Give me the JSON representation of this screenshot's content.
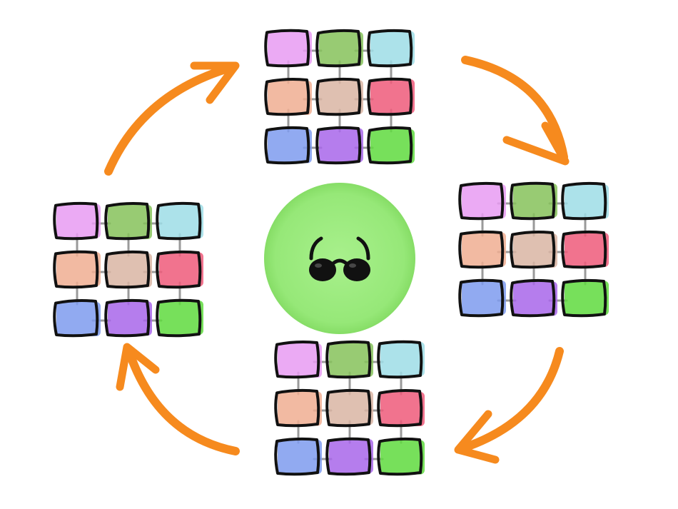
{
  "diagram": {
    "colors": {
      "arrow": "#F68A1E",
      "hub": "#9CEB7E",
      "hub_edge": "#8BE06C",
      "sunglasses": "#111111",
      "outline": "#111111",
      "link": "#9a9a9a"
    },
    "cell_colors": [
      "#E89BF2",
      "#86C25A",
      "#9EDDE6",
      "#F0AE92",
      "#D9B5A3",
      "#EF5A7A",
      "#7E9BEE",
      "#A866EA",
      "#5FDB3E"
    ],
    "grids": [
      {
        "name": "grid-top"
      },
      {
        "name": "grid-right"
      },
      {
        "name": "grid-bottom"
      },
      {
        "name": "grid-left"
      }
    ],
    "hub": {
      "icon": "sunglasses-icon"
    },
    "flow_direction": "clockwise"
  }
}
